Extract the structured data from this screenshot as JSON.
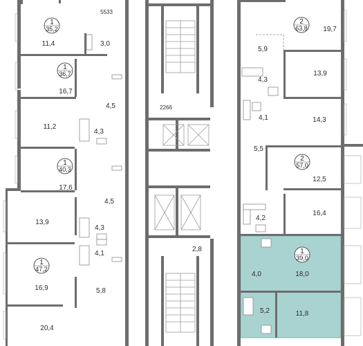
{
  "colors": {
    "wall": "#6d6d6d",
    "highlight_fill": "#a9d3d1",
    "highlight_stroke": "#7fb7b4"
  },
  "apartments": [
    {
      "id": "left-1",
      "rooms": "1",
      "total": "35,2"
    },
    {
      "id": "left-2",
      "rooms": "1",
      "total": "36,7"
    },
    {
      "id": "left-3",
      "rooms": "1",
      "total": "40,3"
    },
    {
      "id": "left-4",
      "rooms": "1",
      "total": "47,2"
    },
    {
      "id": "right-1",
      "rooms": "2",
      "total": "63,8"
    },
    {
      "id": "right-2",
      "rooms": "2",
      "total": "57,0"
    },
    {
      "id": "right-3",
      "rooms": "1",
      "total": "39,0",
      "highlighted": true
    }
  ],
  "room_areas": {
    "l1_room": "11,4",
    "l1_bath": "3,0",
    "l1_hall": "5533",
    "l2_room": "16,7",
    "l2_hall": "4,5",
    "l2b_room": "11,2",
    "l2b_bath": "4,3",
    "l3_room": "17,6",
    "l3_hall": "4,5",
    "l4a_room": "13,9",
    "l4_bath1": "4,3",
    "l4_bath2": "4,1",
    "l4_room": "16,9",
    "l4_hall": "5,8",
    "l5_room": "20,4",
    "core_hall": "2266",
    "core_small": "2,8",
    "r1_room": "19,7",
    "r1_hall": "5,9",
    "r1_room2": "13,9",
    "r1_bath": "4,3",
    "r2_bath": "4,1",
    "r2_room": "14,3",
    "r2_hall": "5,5",
    "r2_room2": "12,5",
    "r2b_room": "16,4",
    "r2b_bath": "4,2",
    "r3_hall": "4,0",
    "r3_room": "18,0",
    "r3_bath": "5,2",
    "r3_kitchen": "11,8"
  }
}
